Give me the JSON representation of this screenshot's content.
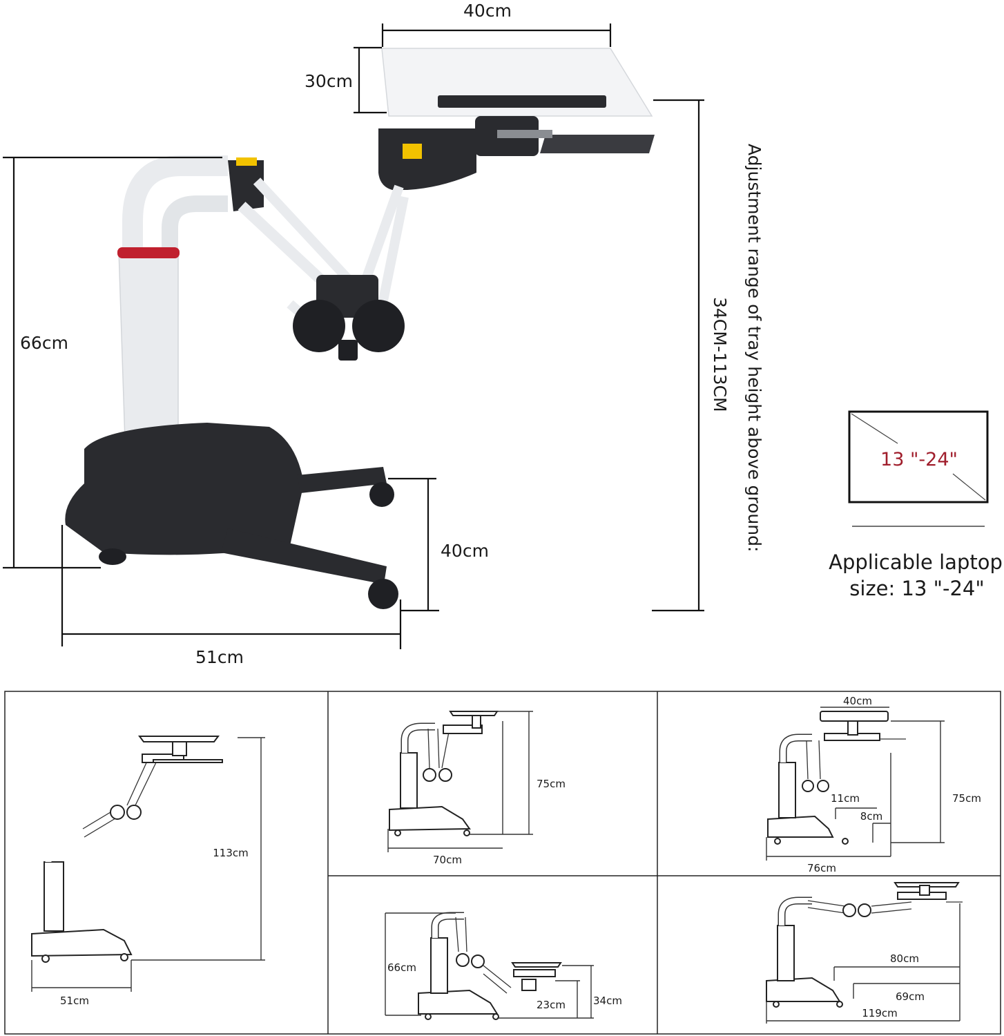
{
  "hero": {
    "tray_width": "40cm",
    "tray_depth": "30cm",
    "column_height": "66cm",
    "base_height": "40cm",
    "base_width": "51cm",
    "adjust_line1": "Adjustment range of tray height above ground:",
    "adjust_line2": "34CM-113CM"
  },
  "laptop": {
    "screen_label": "13 \"-24\"",
    "caption_line1": "Applicable laptop",
    "caption_line2": "size: 13 \"-24\""
  },
  "panels": {
    "p1": {
      "height": "113cm",
      "width": "51cm"
    },
    "p2": {
      "height": "75cm",
      "width": "70cm"
    },
    "p3": {
      "tray": "40cm",
      "offset": "11cm",
      "gap": "8cm",
      "height": "75cm",
      "width": "76cm"
    },
    "p4": {
      "column": "66cm",
      "low": "23cm",
      "height": "34cm"
    },
    "p5": {
      "reach1": "80cm",
      "reach2": "69cm",
      "width": "119cm"
    }
  },
  "colors": {
    "accent_red": "#c0202e",
    "body_white": "#e9ebee",
    "base_black": "#2a2b2f"
  }
}
